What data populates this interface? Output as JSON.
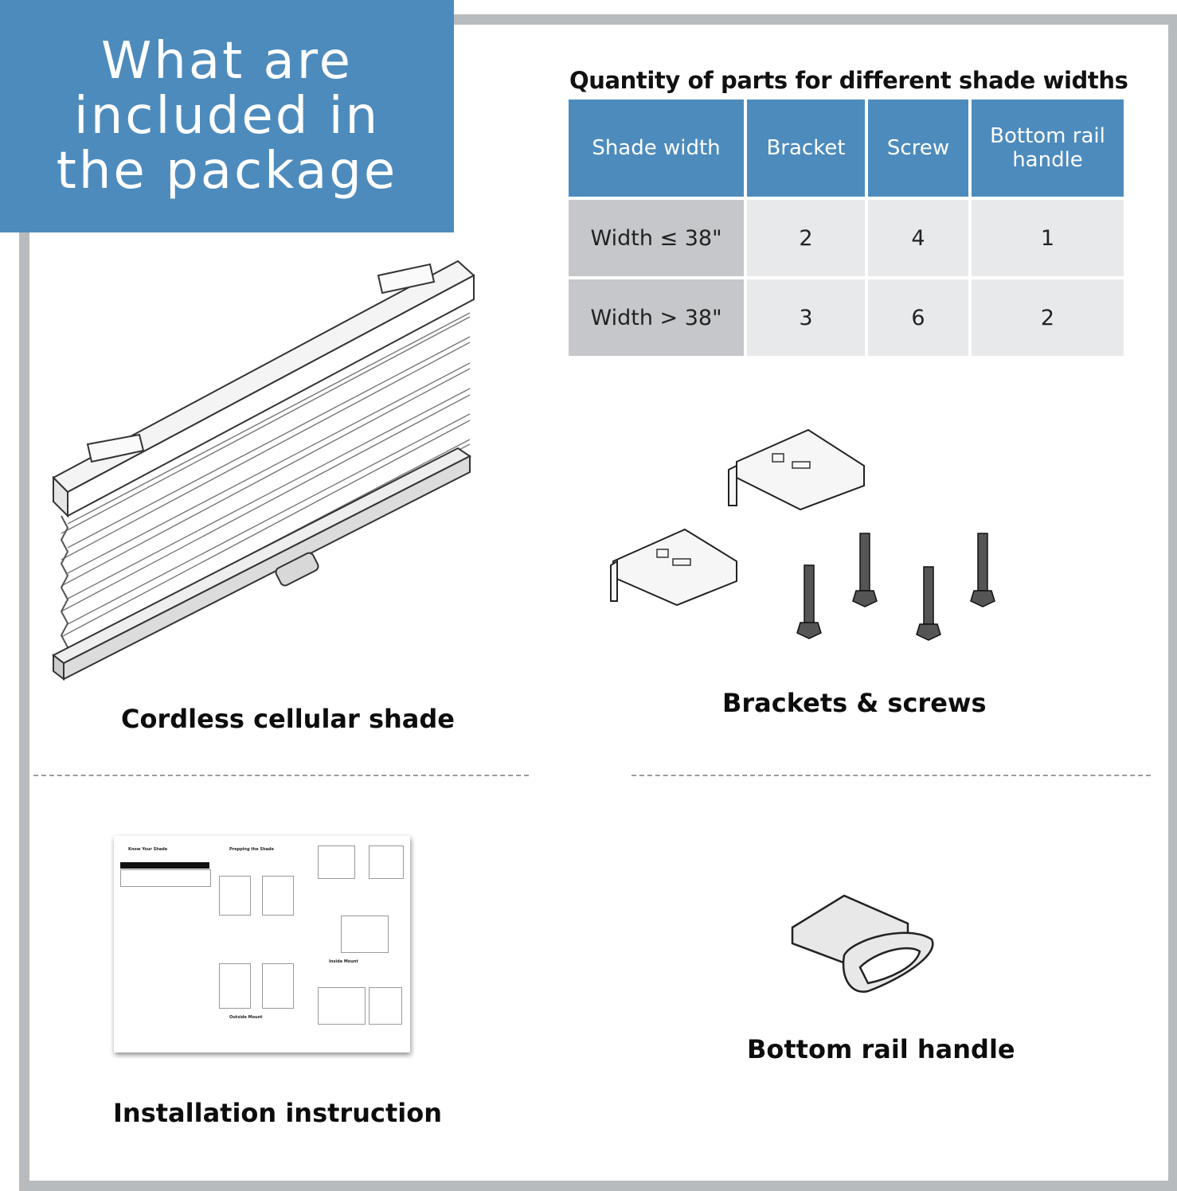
{
  "title": "What are\nincluded in\nthe package",
  "table": {
    "title": "Quantity of parts for different shade widths",
    "headers": [
      "Shade width",
      "Bracket",
      "Screw",
      "Bottom rail handle"
    ],
    "rows": [
      [
        "Width ≤ 38\"",
        "2",
        "4",
        "1"
      ],
      [
        "Width > 38\"",
        "3",
        "6",
        "2"
      ]
    ]
  },
  "items": {
    "shade": "Cordless cellular shade",
    "brackets": "Brackets & screws",
    "instruction": "Installation instruction",
    "handle": "Bottom rail handle"
  },
  "manual": {
    "know": "Know Your Shade",
    "prepping": "Prepping the Shade",
    "inside": "Inside Mount",
    "outside": "Outside Mount"
  },
  "colors": {
    "accent": "#4d8bbd",
    "frame": "#b8bbbe",
    "row_header": "#c5c7ca",
    "cell": "#e8e9ea"
  }
}
